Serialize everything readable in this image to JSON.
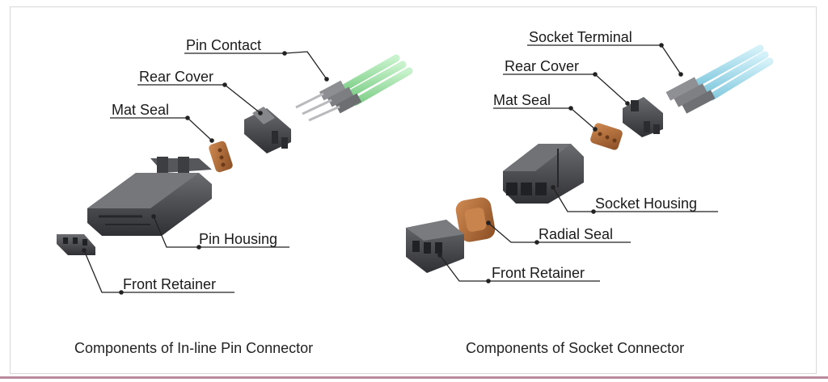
{
  "pin_connector": {
    "caption": "Components of In-line Pin Connector",
    "labels": {
      "pin_contact": "Pin Contact",
      "rear_cover": "Rear Cover",
      "mat_seal": "Mat Seal",
      "pin_housing": "Pin Housing",
      "front_retainer": "Front Retainer"
    }
  },
  "socket_connector": {
    "caption": "Components of Socket Connector",
    "labels": {
      "socket_terminal": "Socket Terminal",
      "rear_cover": "Rear Cover",
      "mat_seal": "Mat Seal",
      "socket_housing": "Socket Housing",
      "radial_seal": "Radial Seal",
      "front_retainer": "Front Retainer"
    }
  },
  "colors": {
    "housing": "#4a4c50",
    "seal": "#b06a38",
    "pin_wire": "#9ee0a6",
    "socket_wire": "#a9dff0",
    "leader": "#222222"
  }
}
